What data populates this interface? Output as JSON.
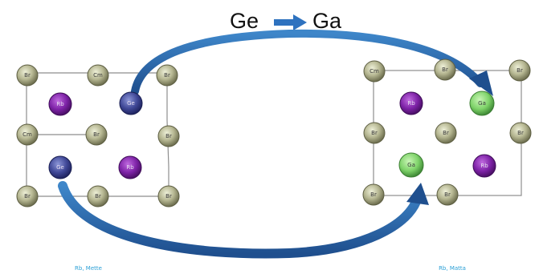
{
  "title": {
    "from": "Ge",
    "to": "Ga"
  },
  "captions": {
    "left": "Rb, Mette",
    "right": "Rb, Matta"
  },
  "colors": {
    "frame": "#8a8a8a",
    "arrow": "#2f6fb3",
    "arrow_dark": "#1d4f8c",
    "gray_atom": "#a9aa86",
    "purple_atom": "#7a2aa0",
    "blue_atom": "#3c4593",
    "green_atom": "#7ed36a",
    "caption": "#2a9fd6"
  },
  "left_cell": {
    "atoms": [
      {
        "label": "Br",
        "kind": "gray"
      },
      {
        "label": "Cm",
        "kind": "gray"
      },
      {
        "label": "Br",
        "kind": "gray"
      },
      {
        "label": "Cm",
        "kind": "gray"
      },
      {
        "label": "Br",
        "kind": "gray"
      },
      {
        "label": "Br",
        "kind": "gray"
      },
      {
        "label": "Br",
        "kind": "gray"
      },
      {
        "label": "Br",
        "kind": "gray"
      },
      {
        "label": "Br",
        "kind": "gray"
      },
      {
        "label": "Rb",
        "kind": "purple"
      },
      {
        "label": "Ge",
        "kind": "blue"
      },
      {
        "label": "Ge",
        "kind": "blue"
      },
      {
        "label": "Rb",
        "kind": "purple"
      }
    ]
  },
  "right_cell": {
    "atoms": [
      {
        "label": "Cm",
        "kind": "gray"
      },
      {
        "label": "Br",
        "kind": "gray"
      },
      {
        "label": "Br",
        "kind": "gray"
      },
      {
        "label": "Br",
        "kind": "gray"
      },
      {
        "label": "Br",
        "kind": "gray"
      },
      {
        "label": "Br",
        "kind": "gray"
      },
      {
        "label": "Br",
        "kind": "gray"
      },
      {
        "label": "Br",
        "kind": "gray"
      },
      {
        "label": "Rb",
        "kind": "purple"
      },
      {
        "label": "Ga",
        "kind": "green"
      },
      {
        "label": "Ga",
        "kind": "green"
      },
      {
        "label": "Rb",
        "kind": "purple"
      }
    ]
  }
}
